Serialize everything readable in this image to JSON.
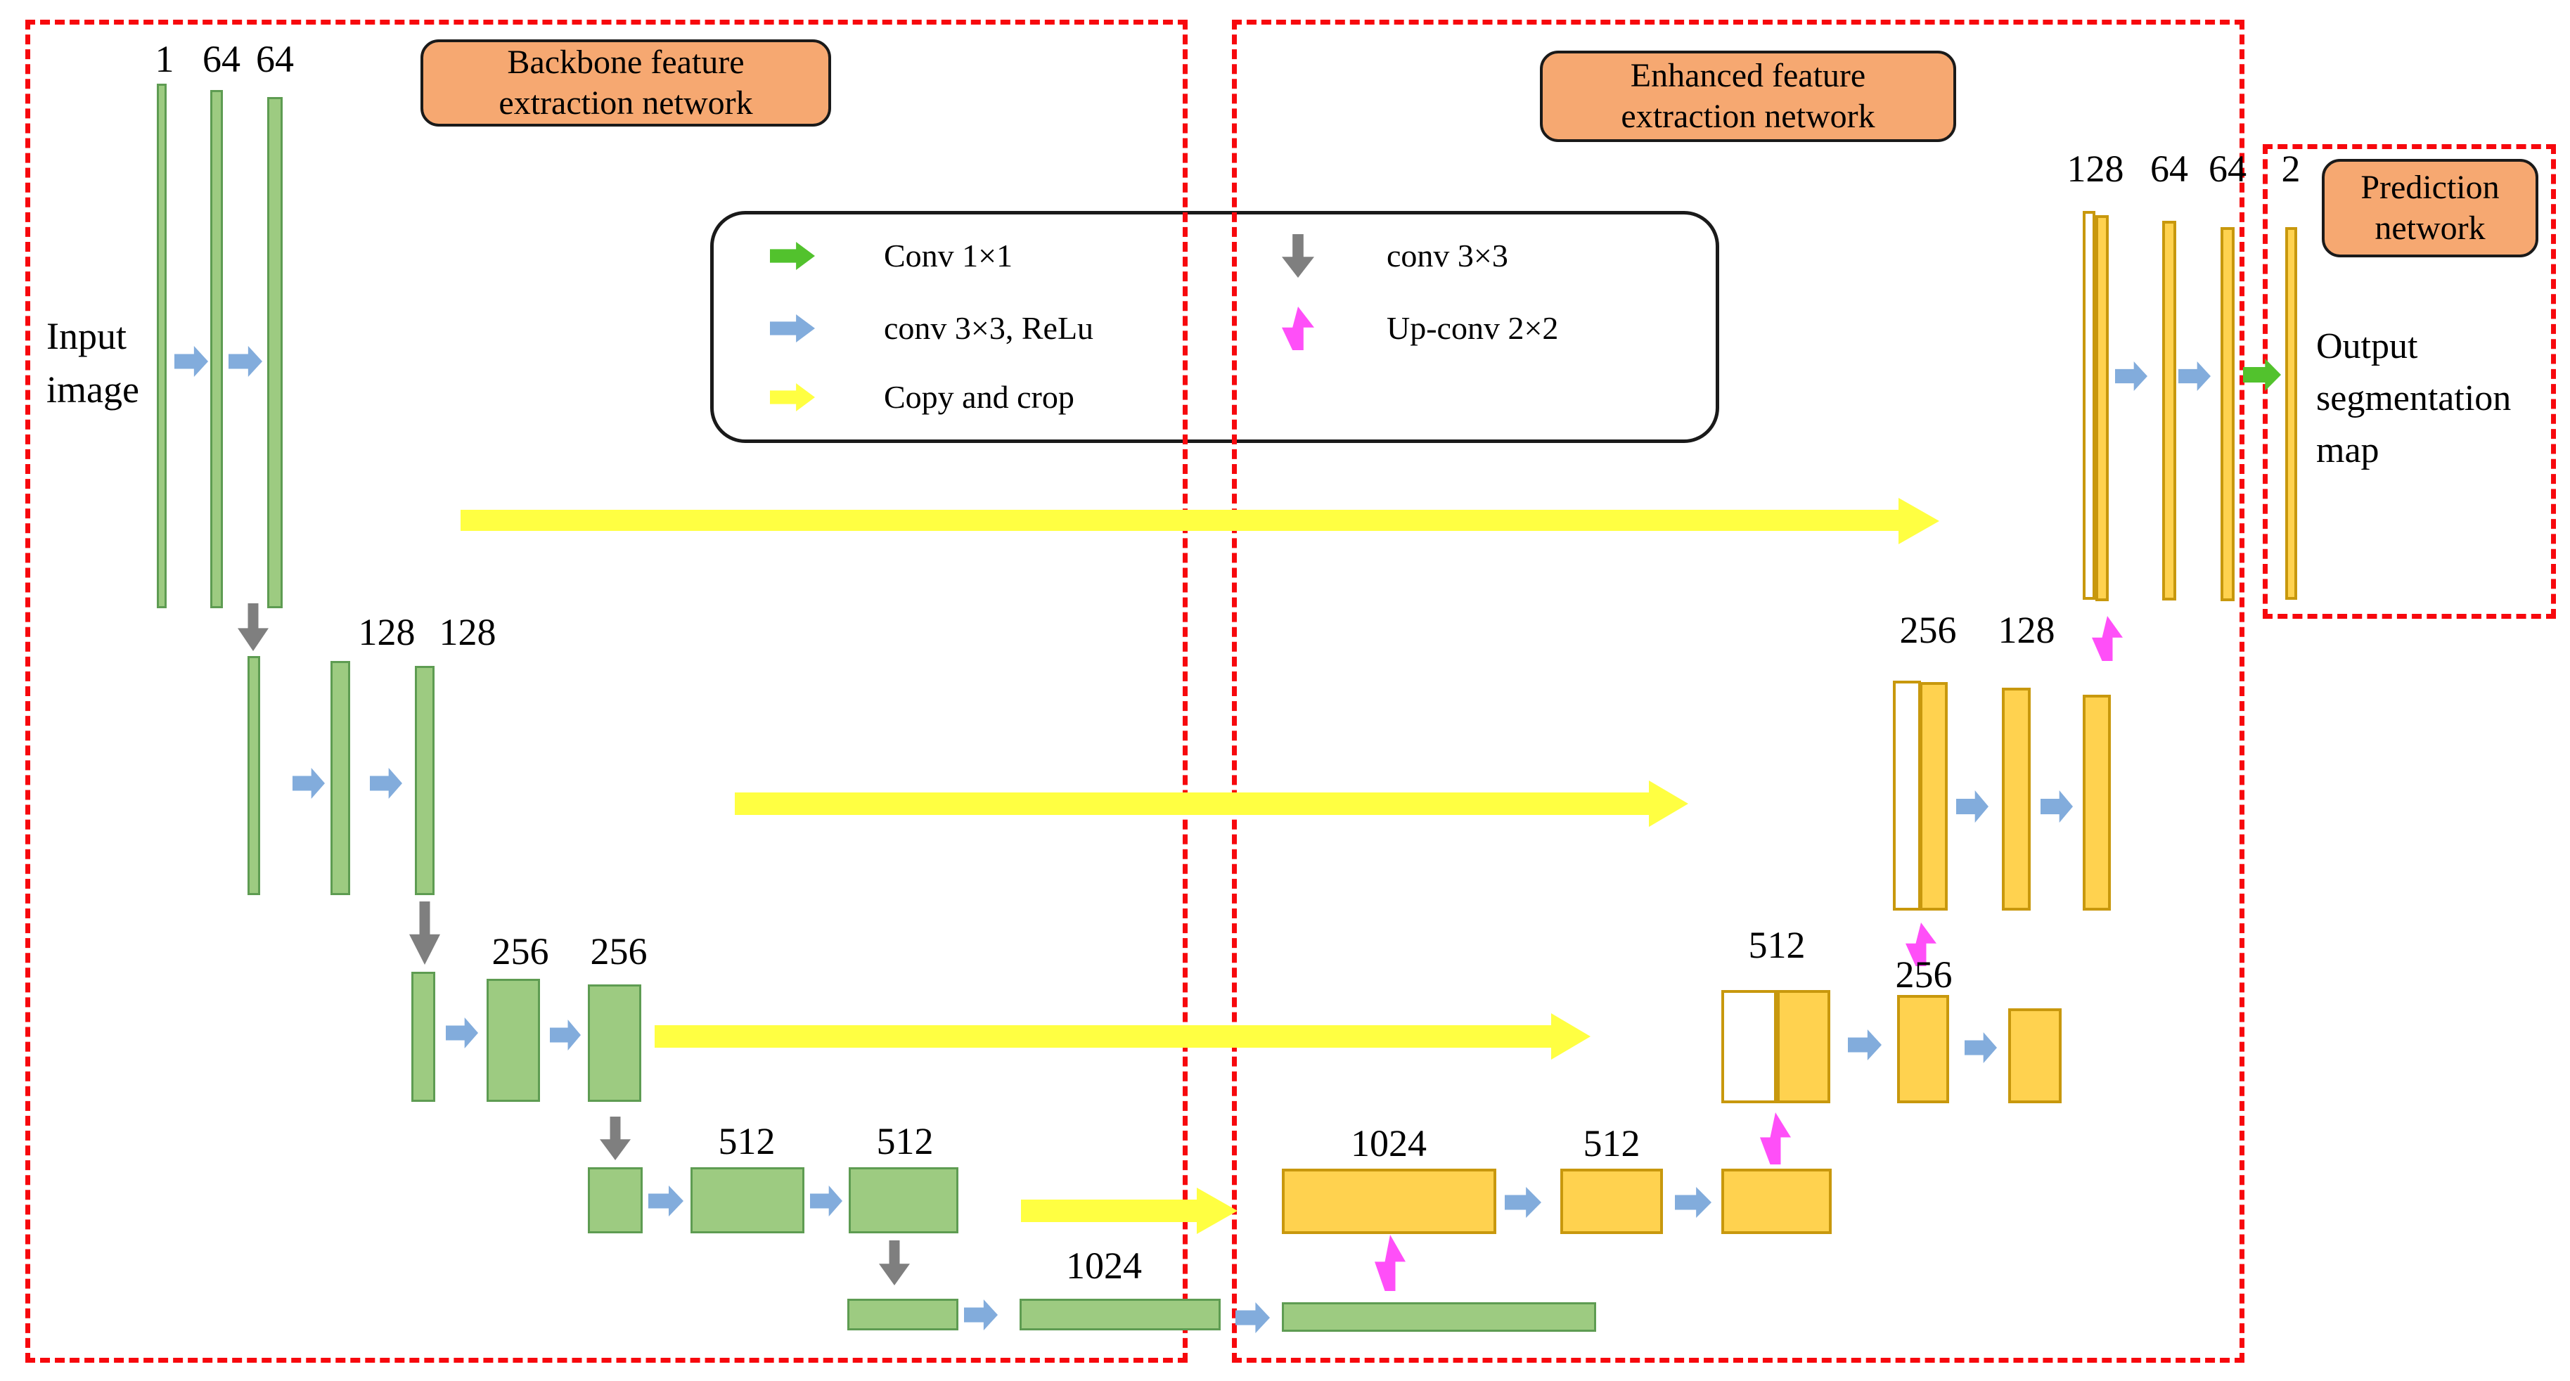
{
  "colors": {
    "green_fill": "#9DCB81",
    "green_border": "#5E9C52",
    "yellow_fill": "#FFD24F",
    "yellow_border": "#C8980D",
    "white_fill": "#FFFFFF",
    "blue_arrow": "#82ACDC",
    "gray_arrow": "#7F7F7F",
    "pink_arrow": "#FF4FF8",
    "copy_arrow": "#FFFF42",
    "conv1x1_arrow": "#52C22D",
    "region_label_fill": "#F6A871",
    "region_border": "#F7080D",
    "legend_border": "#1A1A1A",
    "text": "#000000"
  },
  "regions": {
    "backbone": {
      "title_lines": [
        "Backbone feature",
        "extraction network"
      ]
    },
    "enhanced": {
      "title_lines": [
        "Enhanced feature",
        "extraction network"
      ]
    },
    "prediction": {
      "title_lines": [
        "Prediction",
        "network"
      ]
    }
  },
  "legend": {
    "items": [
      {
        "id": "conv1x1",
        "label": "Conv 1×1"
      },
      {
        "id": "conv3x3relu",
        "label": "conv 3×3, ReLu"
      },
      {
        "id": "copycrop",
        "label": "Copy and crop"
      },
      {
        "id": "conv3x3",
        "label": "conv 3×3"
      },
      {
        "id": "upconv2x2",
        "label": "Up-conv 2×2"
      }
    ]
  },
  "annotations": {
    "input_lines": [
      "Input",
      "image"
    ],
    "output_lines": [
      "Output",
      "segmentation",
      "map"
    ]
  },
  "channel_labels": {
    "enc1": [
      "1",
      "64",
      "64"
    ],
    "enc2": [
      "128",
      "128"
    ],
    "enc3": [
      "256",
      "256"
    ],
    "enc4": [
      "512",
      "512"
    ],
    "enc5": [
      "1024"
    ],
    "dec4": [
      "1024",
      "512"
    ],
    "dec3": [
      "512",
      "256"
    ],
    "dec2": [
      "256",
      "128"
    ],
    "dec1": [
      "128",
      "64",
      "64",
      "2"
    ]
  }
}
